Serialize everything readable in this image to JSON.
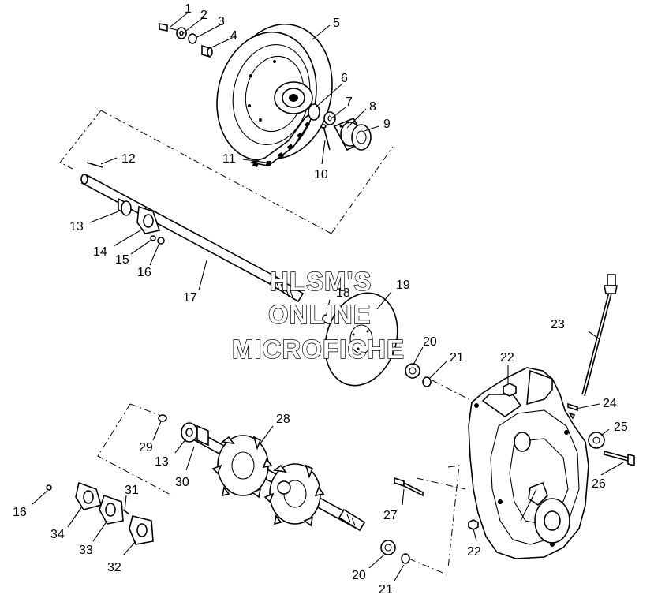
{
  "watermark": {
    "line1": "HLSM'S",
    "line2": "ONLINE",
    "line3": "MICROFICHE"
  },
  "callouts": [
    {
      "id": "c1",
      "text": "1"
    },
    {
      "id": "c2",
      "text": "2"
    },
    {
      "id": "c3",
      "text": "3"
    },
    {
      "id": "c4",
      "text": "4"
    },
    {
      "id": "c5",
      "text": "5"
    },
    {
      "id": "c6",
      "text": "6"
    },
    {
      "id": "c7",
      "text": "7"
    },
    {
      "id": "c8",
      "text": "8"
    },
    {
      "id": "c9",
      "text": "9"
    },
    {
      "id": "c10",
      "text": "10"
    },
    {
      "id": "c11",
      "text": "11"
    },
    {
      "id": "c12",
      "text": "12"
    },
    {
      "id": "c13a",
      "text": "13"
    },
    {
      "id": "c14",
      "text": "14"
    },
    {
      "id": "c15",
      "text": "15"
    },
    {
      "id": "c16a",
      "text": "16"
    },
    {
      "id": "c17",
      "text": "17"
    },
    {
      "id": "c18",
      "text": "18"
    },
    {
      "id": "c19",
      "text": "19"
    },
    {
      "id": "c20a",
      "text": "20"
    },
    {
      "id": "c21a",
      "text": "21"
    },
    {
      "id": "c22a",
      "text": "22"
    },
    {
      "id": "c23",
      "text": "23"
    },
    {
      "id": "c24",
      "text": "24"
    },
    {
      "id": "c25",
      "text": "25"
    },
    {
      "id": "c26",
      "text": "26"
    },
    {
      "id": "c27",
      "text": "27"
    },
    {
      "id": "c22b",
      "text": "22"
    },
    {
      "id": "c28",
      "text": "28"
    },
    {
      "id": "c29",
      "text": "29"
    },
    {
      "id": "c13b",
      "text": "13"
    },
    {
      "id": "c30",
      "text": "30"
    },
    {
      "id": "c31",
      "text": "31"
    },
    {
      "id": "c16b",
      "text": "16"
    },
    {
      "id": "c34",
      "text": "34"
    },
    {
      "id": "c33",
      "text": "33"
    },
    {
      "id": "c32",
      "text": "32"
    },
    {
      "id": "c20b",
      "text": "20"
    },
    {
      "id": "c21b",
      "text": "21"
    }
  ]
}
